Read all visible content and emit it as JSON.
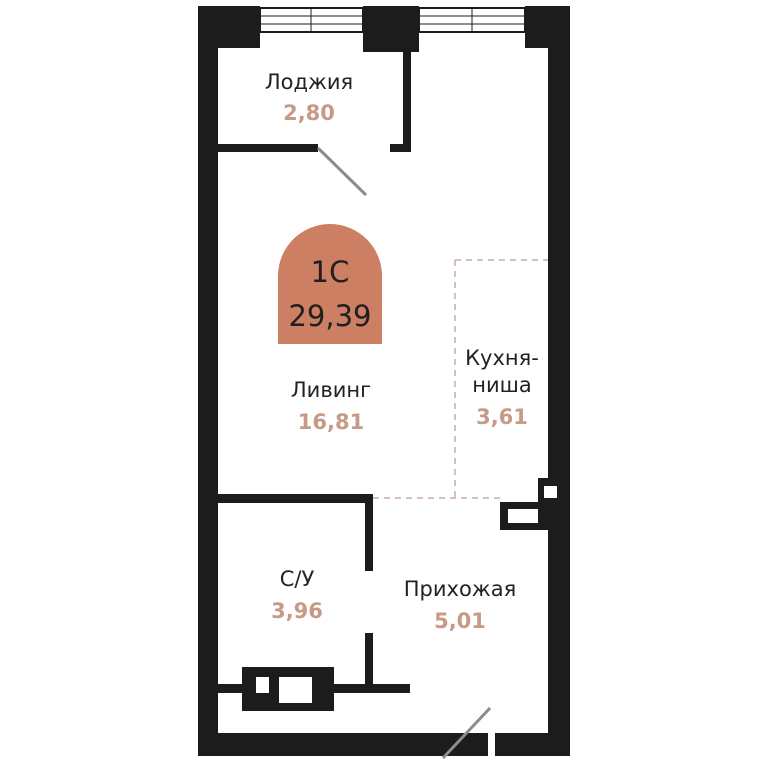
{
  "unit": {
    "type_label": "1С",
    "total_area": "29,39"
  },
  "colors": {
    "wall": "#1c1c1c",
    "area_text": "#c69a84",
    "badge": "#cc7f62",
    "dashed": "#c7a9b3",
    "door": "#8c8c8c"
  },
  "rooms": {
    "loggia": {
      "name": "Лоджия",
      "area": "2,80"
    },
    "living": {
      "name": "Ливинг",
      "area": "16,81"
    },
    "kitchen": {
      "name_line1": "Кухня-",
      "name_line2": "ниша",
      "area": "3,61"
    },
    "bathroom": {
      "name": "С/У",
      "area": "3,96"
    },
    "hallway": {
      "name": "Прихожая",
      "area": "5,01"
    }
  }
}
